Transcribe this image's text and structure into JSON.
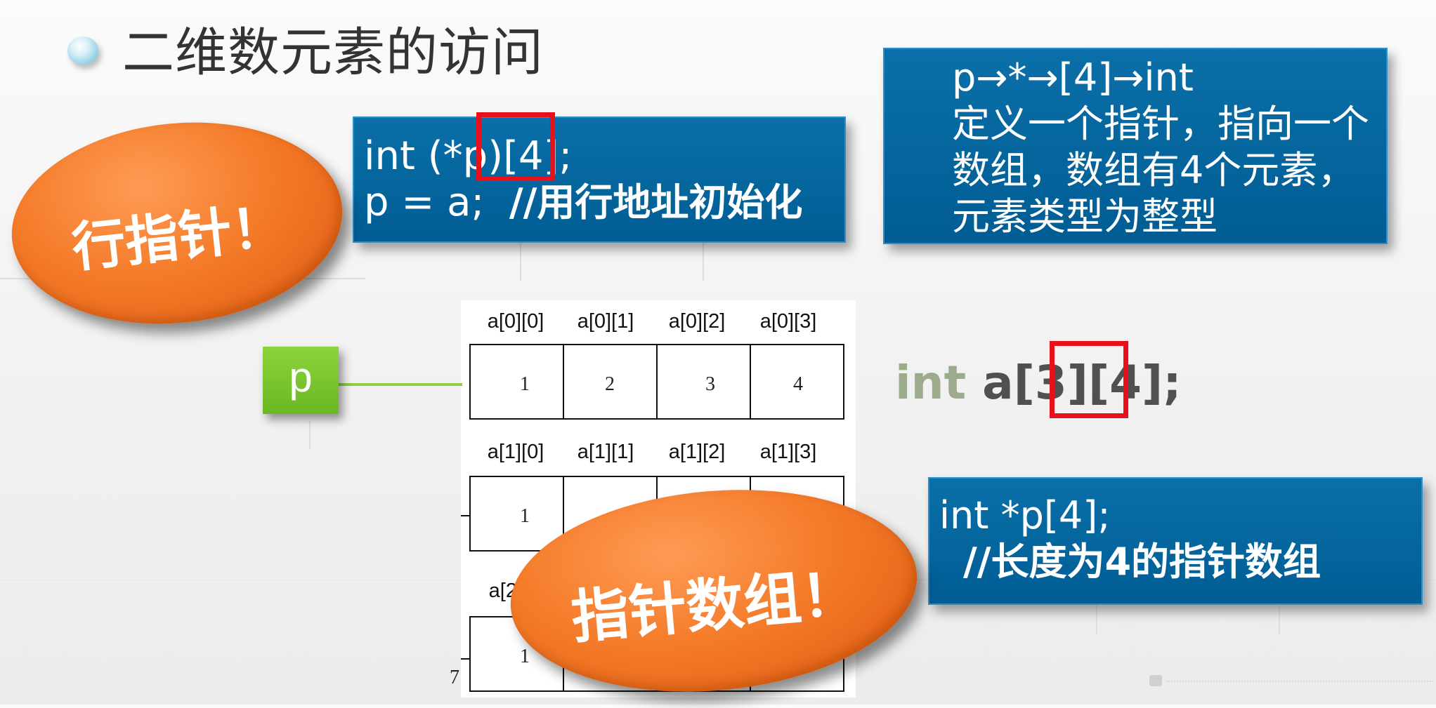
{
  "title": "二维数元素的访问",
  "box1": {
    "line1_prefix": "int (*p",
    "line1_mid": ")",
    "line1_highlight": "[4];",
    "line2_code": "p = a;",
    "line2_comment": "//用行地址初始化"
  },
  "box2": {
    "line1": "p→*→[4]→int",
    "line2": "定义一个指针，指向一个",
    "line3": "数组，数组有4个元素，",
    "line4": "元素类型为整型"
  },
  "box3": {
    "line1": "int *p[4];",
    "line2": "//长度为4的指针数组"
  },
  "ellipse_row_pointer": "行指针！",
  "ellipse_pointer_array": "指针数组！",
  "pointer_label": "p",
  "declaration": {
    "keyword": "int",
    "name": "a[3]",
    "highlight": "[4]",
    "end": ";"
  },
  "array": {
    "rows": [
      {
        "labels": [
          "a[0][0]",
          "a[0][1]",
          "a[0][2]",
          "a[0][3]"
        ],
        "values": [
          "1",
          "2",
          "3",
          "4"
        ]
      },
      {
        "labels": [
          "a[1][0]",
          "a[1][1]",
          "a[1][2]",
          "a[1][3]"
        ],
        "values": [
          "1",
          "",
          "",
          ""
        ]
      },
      {
        "labels": [
          "a[2",
          "",
          "",
          ""
        ],
        "values": [
          "1",
          "",
          "",
          ""
        ]
      }
    ]
  },
  "page_number": "7",
  "colors": {
    "box_blue": "#005d94",
    "highlight_red": "#e8101a",
    "ellipse_orange": "#f47c2a",
    "pointer_green": "#7ac52e"
  }
}
